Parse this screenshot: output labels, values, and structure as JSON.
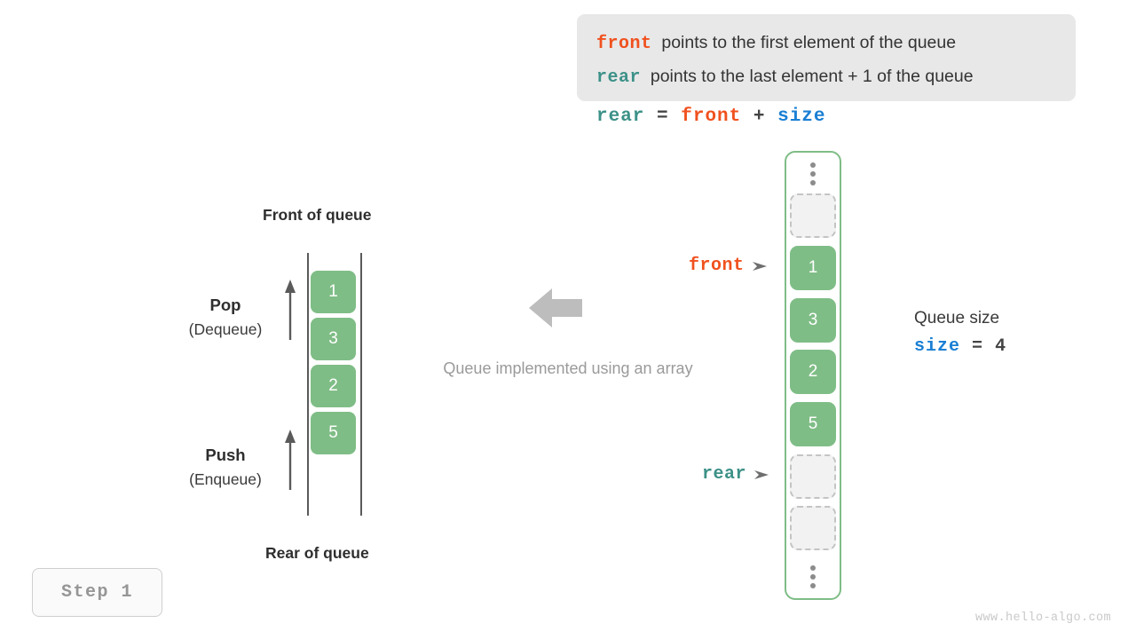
{
  "note": {
    "lines": [
      {
        "keyword": "front",
        "keyword_color": "#f0511e",
        "text": "points to the first element of the queue"
      },
      {
        "keyword": "rear",
        "keyword_color": "#3c9188",
        "text": "points to the last element + 1 of the queue"
      }
    ]
  },
  "formula": {
    "lhs": "rear",
    "eq": "=",
    "rhs1": "front",
    "plus": "+",
    "rhs2": "size"
  },
  "logical_queue": {
    "front_label": "Front of queue",
    "rear_label": "Rear of queue",
    "cells": [
      "1",
      "3",
      "2",
      "5"
    ],
    "pop": {
      "title": "Pop",
      "subtitle": "(Dequeue)"
    },
    "push": {
      "title": "Push",
      "subtitle": "(Enqueue)"
    }
  },
  "center": {
    "caption": "Queue implemented using an array",
    "arrow_icon": "arrow-left-icon",
    "arrow_color": "#bdbdbd"
  },
  "array": {
    "top_ellipsis": "vertical-ellipsis-icon",
    "bottom_ellipsis": "vertical-ellipsis-icon",
    "slots": [
      {
        "state": "empty",
        "value": ""
      },
      {
        "state": "filled",
        "value": "1"
      },
      {
        "state": "filled",
        "value": "3"
      },
      {
        "state": "filled",
        "value": "2"
      },
      {
        "state": "filled",
        "value": "5"
      },
      {
        "state": "empty",
        "value": ""
      },
      {
        "state": "empty",
        "value": ""
      }
    ],
    "pointers": {
      "front": {
        "label": "front",
        "color": "#f0511e"
      },
      "rear": {
        "label": "rear",
        "color": "#3c9188"
      }
    },
    "border_color": "#7fbd86",
    "cell_color": "#7fbd86"
  },
  "size_info": {
    "title": "Queue size",
    "var": "size",
    "eq": "=",
    "value": "4"
  },
  "step_badge": "Step 1",
  "watermark": "www.hello-algo.com"
}
